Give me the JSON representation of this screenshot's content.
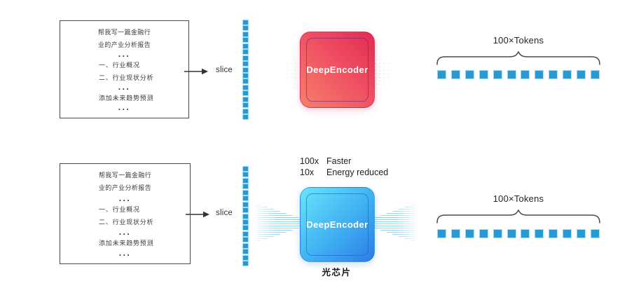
{
  "document": {
    "lines": [
      "帮我写一篇金融行",
      "业的产业分析报告",
      "...",
      "一、行业概况",
      "二、行业现状分析",
      "...",
      "添加未来趋势预测",
      "..."
    ]
  },
  "labels": {
    "slice": "slice",
    "tokens_count": "100×Tokens",
    "encoder": "DeepEncoder",
    "chip_caption": "光芯片"
  },
  "performance": {
    "speed_value": "100x",
    "speed_label": "Faster",
    "energy_value": "10x",
    "energy_label": "Energy reduced"
  },
  "tokens": {
    "vertical_count": 17,
    "horizontal_count": 12
  },
  "colors": {
    "token_blue": "#2899d5",
    "chip_red_light": "#f5806b",
    "chip_red_dark": "#e32a52",
    "chip_blue_light": "#69e5fa",
    "chip_blue_dark": "#2d7ce7",
    "text": "#333333"
  }
}
